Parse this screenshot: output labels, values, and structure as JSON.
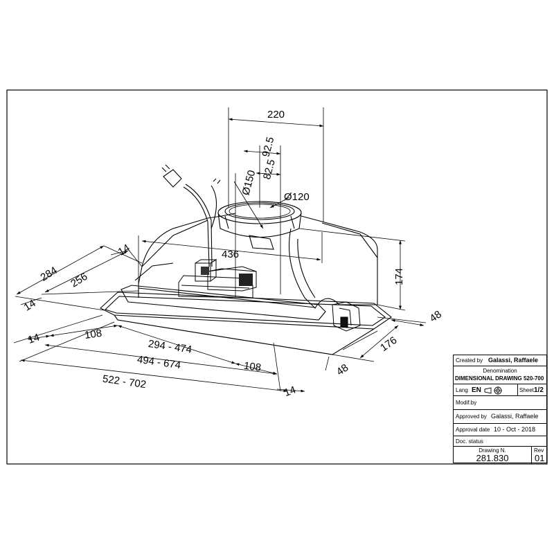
{
  "dimensions": {
    "d220": "220",
    "d925": "92.5",
    "d825": "82.5",
    "dia150": "Ø150",
    "dia120": "Ø120",
    "d436": "436",
    "d174": "174",
    "d14a": "14",
    "d284": "284",
    "d256": "256",
    "d14b": "14",
    "d48a": "48",
    "d176": "176",
    "d48b": "48",
    "d14c": "14",
    "d108a": "108",
    "d294": "294 - 474",
    "d494": "494 - 674",
    "d108b": "108",
    "d522": "522 - 702",
    "d14d": "14"
  },
  "title_block": {
    "created_by_label": "Created by",
    "created_by_value": "Galassi, Raffaele",
    "denomination_label": "Denomination",
    "denomination_value": "DIMENSIONAL DRAWING 520-700",
    "lang_label": "Lang",
    "lang_value": "EN",
    "sheet_label": "Sheet",
    "sheet_value": "1/2",
    "modif_label": "Modif.by",
    "approved_by_label": "Approved by",
    "approved_by_value": "Galassi, Raffaele",
    "approval_date_label": "Approval date",
    "approval_date_value": "10 - Oct - 2018",
    "doc_status_label": "Doc. status",
    "drawing_n_label": "Drawing N.",
    "drawing_n_value": "281.830",
    "rev_label": "Rev",
    "rev_value": "01"
  }
}
